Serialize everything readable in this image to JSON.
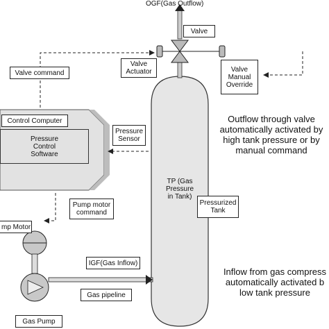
{
  "labels": {
    "ogf": "OGF(Gas Outflow)",
    "valve": "Valve",
    "valve_actuator": "Valve\nActuator",
    "valve_manual_override": "Valve\nManual\nOverride",
    "valve_command": "Valve command",
    "control_computer": "Control Computer",
    "pressure_control_software": "Pressure\nControl\nSoftware",
    "pressure_sensor": "Pressure\nSensor",
    "tp": "TP (Gas\nPressure\nin Tank)",
    "pressurized_tank": "Pressurized\nTank",
    "pump_motor_command": "Pump motor\ncommand",
    "pump_motor": "mp Motor",
    "igf": "IGF(Gas Inflow)",
    "gas_pipeline": "Gas pipeline",
    "gas_pump": "Gas Pump"
  },
  "notes": {
    "outflow": "Outflow through valve\nautomatically activated by\nhigh tank pressure or by\nmanual command",
    "inflow": "Inflow from gas compress\nautomatically activated b\nlow tank pressure"
  }
}
